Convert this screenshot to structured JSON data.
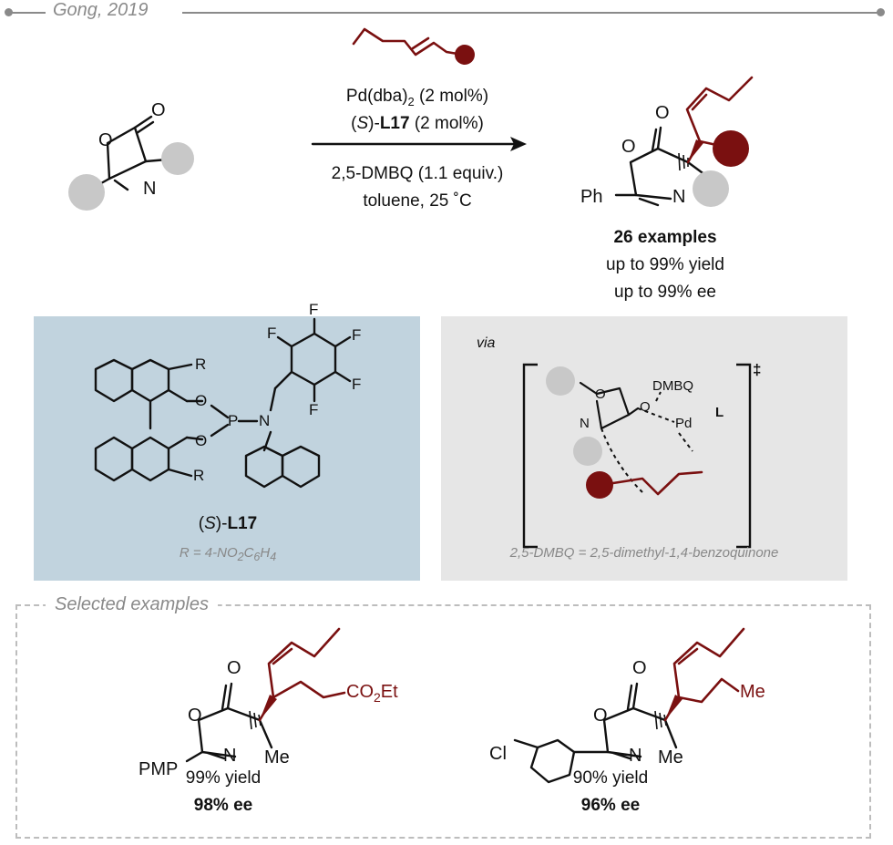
{
  "header": {
    "title": "Gong, 2019"
  },
  "reaction": {
    "reagent_line1": "Pd(dba)",
    "reagent_line1_sub": "2",
    "reagent_line1_tail": " (2 mol%)",
    "ligand_open": "(",
    "ligand_S": "S",
    "ligand_close": ")-",
    "ligand_name": "L17",
    "ligand_tail": " (2 mol%)",
    "additive": "2,5-DMBQ (1.1 equiv.)",
    "solvent": "toluene, 25 ˚C"
  },
  "results": {
    "examples": "26 examples",
    "yield": "up to 99% yield",
    "ee": "up to 99% ee"
  },
  "structure_labels": {
    "O": "O",
    "N": "N",
    "Ph": "Ph",
    "P": "P",
    "R": "R",
    "F": "F",
    "PMP": "PMP",
    "Me": "Me",
    "Cl": "Cl",
    "CO2Et_a": "CO",
    "CO2Et_sub": "2",
    "CO2Et_b": "Et",
    "DMBQ": "DMBQ",
    "Pd": "Pd",
    "L": "L",
    "ts_symbol": "‡"
  },
  "ligand_panel": {
    "caption_open": "(",
    "caption_S": "S",
    "caption_close": ")-",
    "caption_name": "L17",
    "r_note_a": "R = 4-NO",
    "r_note_sub1": "2",
    "r_note_b": "C",
    "r_note_sub2": "6",
    "r_note_c": "H",
    "r_note_sub3": "4"
  },
  "ts_panel": {
    "via": "via",
    "note": "2,5-DMBQ = 2,5-dimethyl-1,4-benzoquinone"
  },
  "selected": {
    "title": "Selected examples",
    "ex1_yield": "99% yield",
    "ex1_ee": "98% ee",
    "ex2_yield": "90% yield",
    "ex2_ee": "96% ee"
  },
  "colors": {
    "maroon": "#7a1010",
    "grey_sphere": "#c8c8c8",
    "panel_blue": "#c1d3de",
    "panel_grey": "#e6e6e6"
  }
}
